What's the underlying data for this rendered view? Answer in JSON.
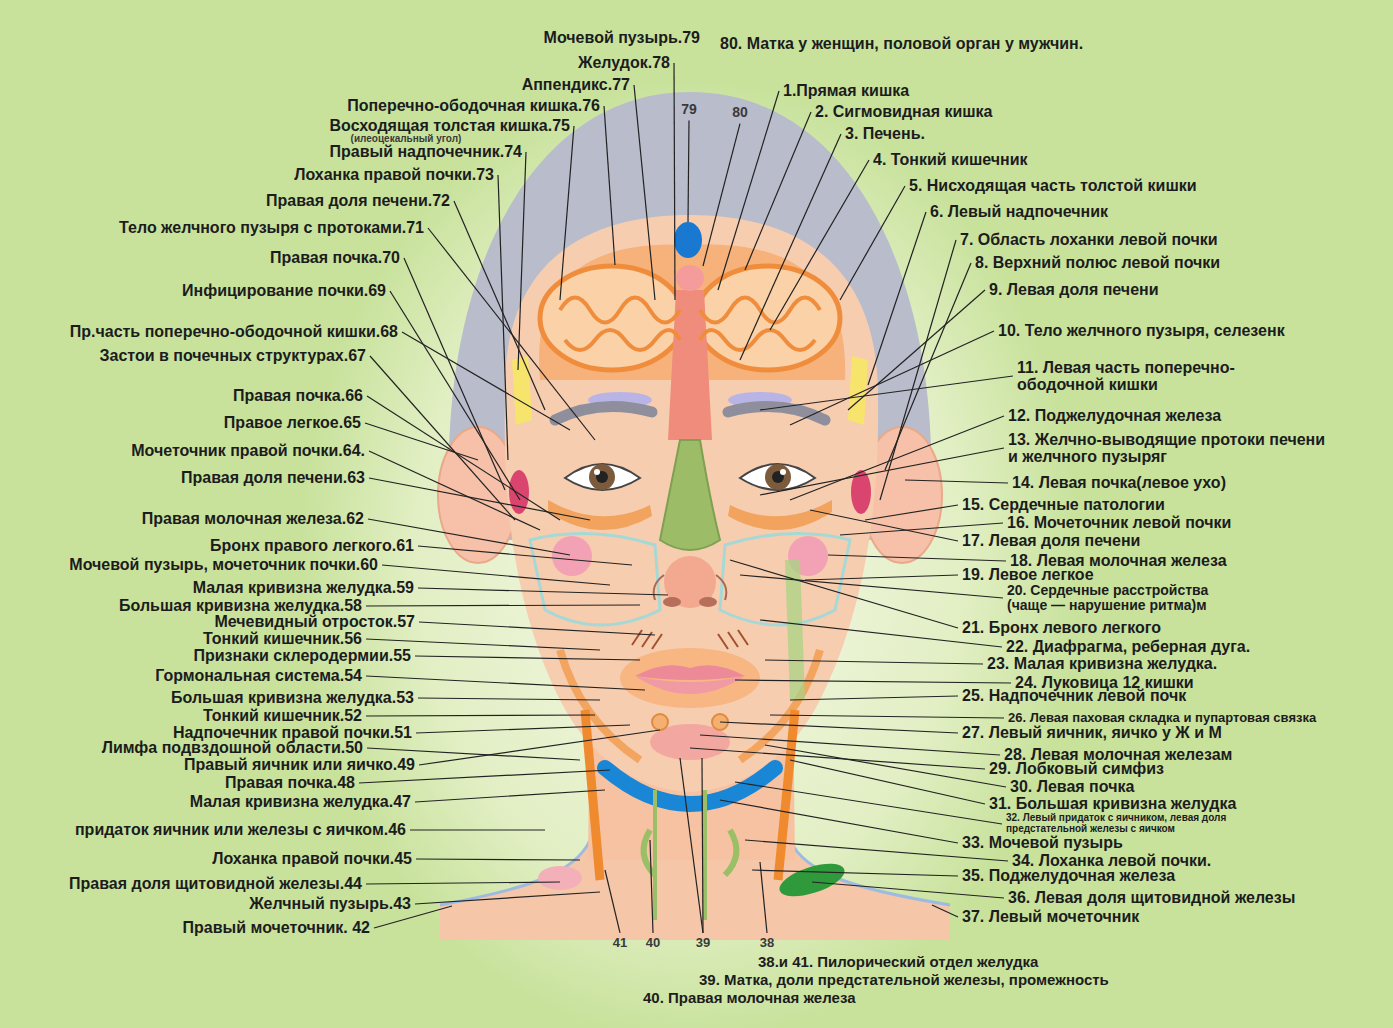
{
  "diagram": {
    "labels": [
      "Мочевой пузырь.79",
      "80. Матка у женщин, половой орган у мужчин.",
      "Желудок.78",
      "Аппендикс.77",
      "1.Прямая кишка",
      "Поперечно-ободочная кишка.76",
      "2. Сигмовидная кишка",
      "Восходящая толстая кишка.75",
      "(илеоцекальный угол)",
      "3. Печень.",
      "Правый надпочечник.74",
      "4. Тонкий кишечник",
      "Лоханка правой почки.73",
      "5. Нисходящая часть толстой кишки",
      "Правая доля печени.72",
      "6. Левый надпочечник",
      "Тело желчного пузыря с протоками.71",
      "7. Область лоханки левой почки",
      "Правая почка.70",
      "8. Верхний полюс левой почки",
      "Инфицирование почки.69",
      "9. Левая доля печени",
      "Пр.часть поперечно-ободочной кишки.68",
      "10. Тело желчного пузыря, селезенк",
      "Застои в почечных структурах.67",
      "11. Левая часть поперечно-ободочной кишки",
      "12. Поджелудочная железа",
      "Правая почка.66",
      "Правое легкое.65",
      "13. Желчно-выводящие протоки печени и желчного пузыряг",
      "Мочеточник правой почки.64.",
      "14. Левая почка(левое ухо)",
      "Правая доля печени.63",
      "15. Сердечные патологии",
      "16. Мочеточник левой почки",
      "Правая молочная железа.62",
      "17. Левая доля печени",
      "Бронх правого легкого.61",
      "18. Левая молочная железа",
      "Мочевой пузырь, мочеточник почки.60",
      "19. Левое легкое",
      "Малая кривизна желудка.59",
      "20. Сердечные расстройства (чаще — нарушение ритма)м",
      "Большая кривизна желудка.58",
      "Мечевидный отросток.57",
      "21. Бронх левого легкого",
      "Тонкий кишечник.56",
      "22. Диафрагма, реберная дуга.",
      "Признаки склеродермии.55",
      "23. Малая кривизна желудка.",
      "Гормональная система.54",
      "24. Луковица 12 кишки",
      "25. Надпочечник левой почк",
      "Большая кривизна желудка.53",
      "Тонкий кишечник.52",
      "26. Левая паховая складка и пупартовая связка",
      "Надпочечник правой почки.51",
      "27. Левый яичник, яичко у Ж и М",
      "Лимфа подвздошной области.50",
      "28. Левая молочная железам",
      "Правый яичник или яичко.49",
      "29. Лобковый симфиз",
      "Правая почка.48",
      "30. Левая почка",
      "Малая кривизна желудка.47",
      "31. Большая кривизна желудка",
      "32. Левый придаток с яичником, левая доля предстательной железы с яичком",
      "придаток яичник или железы с яичком.46",
      "33. Мочевой пузырь",
      "Лоханка правой почки.45",
      "34. Лоханка левой почки.",
      "35. Поджелудочная железа",
      "Правая доля щитовидной железы.44",
      "36. Левая доля щитовидной железы",
      "Желчный пузырь.43",
      "37. Левый мочеточник",
      "Правый мочеточник. 42",
      "79",
      "80",
      "41",
      "40",
      "39",
      "38",
      "38.и 41. Пилорический отдел желудка",
      "39. Матка, доли предстательной железы, промежность",
      "40. Правая молочная железа"
    ]
  }
}
